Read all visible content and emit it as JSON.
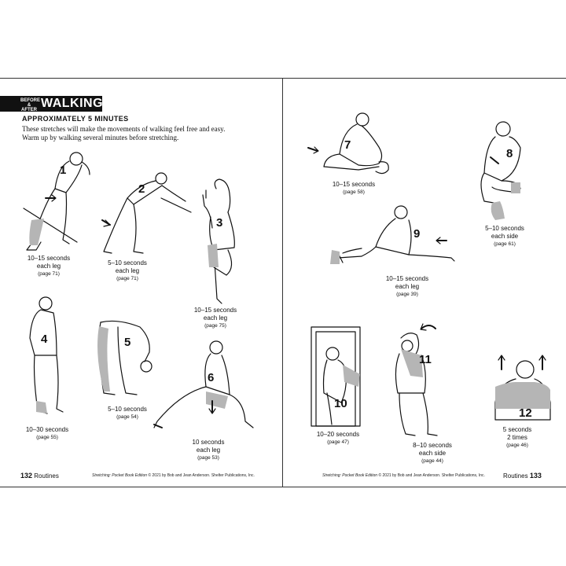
{
  "left": {
    "header": {
      "before_after": [
        "BEFORE",
        "& AFTER"
      ],
      "title": "WALKING"
    },
    "duration": "APPROXIMATELY 5 MINUTES",
    "intro": [
      "These stretches will make the movements of walking feel free and easy.",
      "Warm up by walking several minutes before stretching."
    ],
    "footer": {
      "page_number": "132",
      "section": "Routines",
      "book_title": "Stretching: Pocket Book Edition",
      "credit": "© 2021 by Bob and Jean Anderson. Shelter Publications, Inc."
    }
  },
  "right": {
    "footer": {
      "page_number": "133",
      "section": "Routines",
      "book_title": "Stretching: Pocket Book Edition",
      "credit": "© 2021 by Bob and Jean Anderson. Shelter Publications, Inc."
    }
  },
  "stretches": [
    {
      "number": "1",
      "lines": [
        "10–15 seconds",
        "each leg"
      ],
      "page": "(page 71)"
    },
    {
      "number": "2",
      "lines": [
        "5–10 seconds",
        "each leg"
      ],
      "page": "(page 71)"
    },
    {
      "number": "3",
      "lines": [
        "10–15 seconds",
        "each leg"
      ],
      "page": "(page 75)"
    },
    {
      "number": "4",
      "lines": [
        "10–30 seconds"
      ],
      "page": "(page 55)"
    },
    {
      "number": "5",
      "lines": [
        "5–10 seconds"
      ],
      "page": "(page 54)"
    },
    {
      "number": "6",
      "lines": [
        "10 seconds",
        "each leg"
      ],
      "page": "(page 53)"
    },
    {
      "number": "7",
      "lines": [
        "10–15 seconds"
      ],
      "page": "(page 58)"
    },
    {
      "number": "8",
      "lines": [
        "5–10 seconds",
        "each side"
      ],
      "page": "(page 61)"
    },
    {
      "number": "9",
      "lines": [
        "10–15 seconds",
        "each leg"
      ],
      "page": "(page 39)"
    },
    {
      "number": "10",
      "lines": [
        "10–20 seconds"
      ],
      "page": "(page 47)"
    },
    {
      "number": "11",
      "lines": [
        "8–10 seconds",
        "each side"
      ],
      "page": "(page 44)"
    },
    {
      "number": "12",
      "lines": [
        "5 seconds",
        "2 times"
      ],
      "page": "(page 46)"
    }
  ],
  "colors": {
    "ink": "#111111",
    "shade": "#b5b5b5",
    "paper": "#ffffff"
  }
}
